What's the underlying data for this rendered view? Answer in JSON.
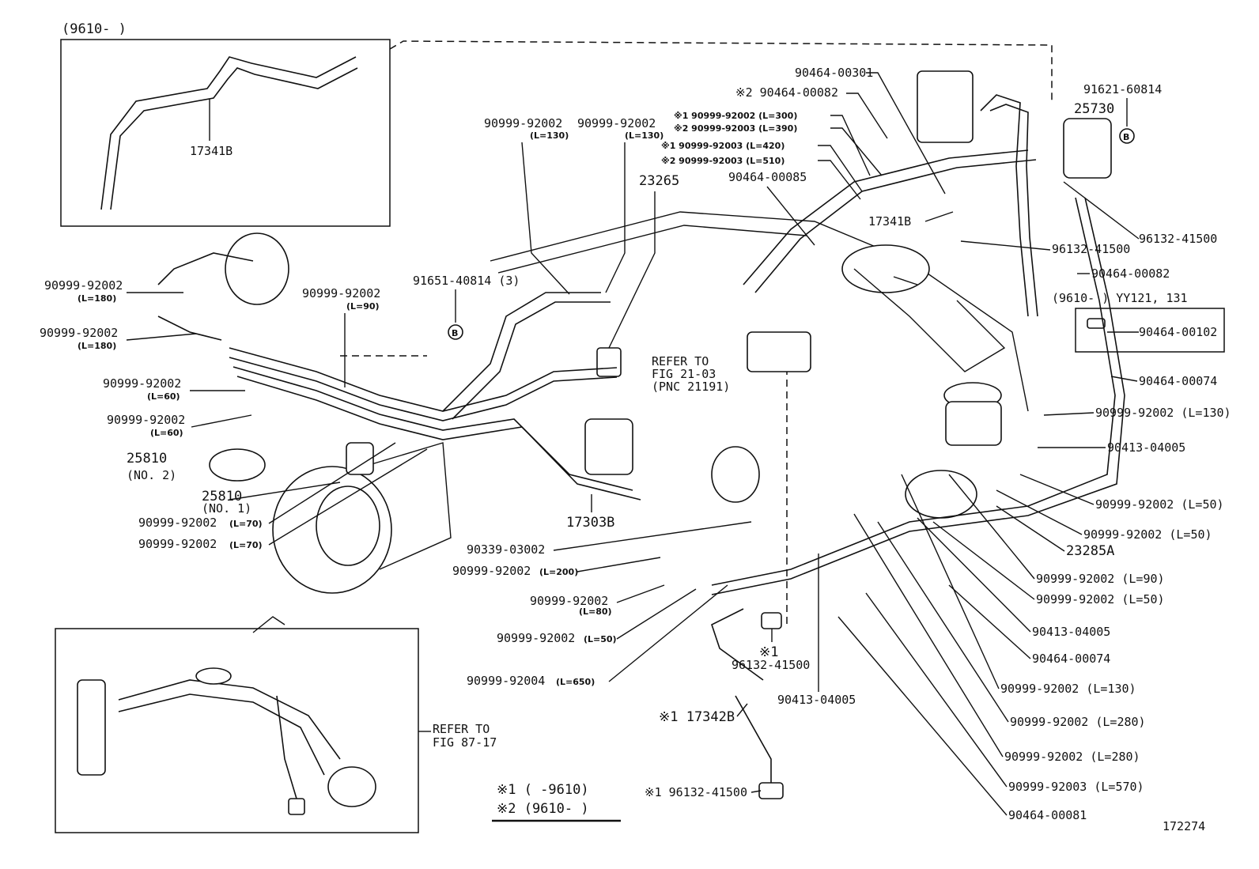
{
  "inset_top": {
    "date": "(9610-     )",
    "part": "17341B"
  },
  "inset_right": {
    "date": "(9610-     ) YY121, 131",
    "part": "90464-00102"
  },
  "inset_bottom": {
    "refer_1": "REFER TO",
    "refer_2": "FIG 87-17"
  },
  "refer_center": {
    "line1": "REFER TO",
    "line2": "FIG 21-03",
    "line3": "(PNC 21191)"
  },
  "legend": {
    "line1": "※1 (      -9610)",
    "line2": "※2 (9610-      )"
  },
  "figure_number": "172274",
  "circle_marker": "B",
  "labels": {
    "l_90999_180a": "90999-92002",
    "l_90999_180a_len": "(L=180)",
    "l_90999_180b": "90999-92002",
    "l_90999_180b_len": "(L=180)",
    "l_90999_60a": "90999-92002",
    "l_90999_60a_len": "(L=60)",
    "l_90999_60b": "90999-92002",
    "l_90999_60b_len": "(L=60)",
    "l_25810_2": "25810",
    "l_25810_2_sub": "(NO. 2)",
    "l_25810_1": "25810",
    "l_25810_1_sub": "(NO. 1)",
    "l_90999_70a": "90999-92002",
    "l_90999_70a_len": "(L=70)",
    "l_90999_70b": "90999-92002",
    "l_90999_70b_len": "(L=70)",
    "l_90999_90": "90999-92002",
    "l_90999_90_len": "(L=90)",
    "l_91651": "91651-40814 (3)",
    "l_90999_130a": "90999-92002",
    "l_90999_130a_len": "(L=130)",
    "l_90999_130b": "90999-92002",
    "l_90999_130b_len": "(L=130)",
    "l_23265": "23265",
    "l_17303b": "17303B",
    "l_90339": "90339-03002",
    "l_90999_200": "90999-92002",
    "l_90999_200_len": "(L=200)",
    "l_90999_80": "90999-92002",
    "l_90999_80_len": "(L=80)",
    "l_90999_50c": "90999-92002",
    "l_90999_50c_len": "(L=50)",
    "l_90999_92004": "90999-92004",
    "l_90999_92004_len": "(L=650)",
    "l_m1_300": "※1 90999-92002 (L=300)",
    "l_m2_390": "※2 90999-92003 (L=390)",
    "l_m1_420": "※1 90999-92003 (L=420)",
    "l_m2_510": "※2 90999-92003 (L=510)",
    "l_90464_00301": "90464-00301",
    "l_m2_90464_00082": "※2 90464-00082",
    "l_90464_00085": "90464-00085",
    "l_91621": "91621-60814",
    "l_25730": "25730",
    "l_17341b": "17341B",
    "l_96132_a": "96132-41500",
    "l_96132_b": "96132-41500",
    "l_90464_00082": "90464-00082",
    "l_90464_00074a": "90464-00074",
    "l_90999_r130a": "90999-92002 (L=130)",
    "l_90413_a": "90413-04005",
    "l_90999_r50a": "90999-92002 (L=50)",
    "l_90999_r50b": "90999-92002 (L=50)",
    "l_23285a": "23285A",
    "l_90999_r90": "90999-92002 (L=90)",
    "l_90999_r50c": "90999-92002 (L=50)",
    "l_90413_b": "90413-04005",
    "l_90464_00074b": "90464-00074",
    "l_90999_r130b": "90999-92002 (L=130)",
    "l_90999_r280a": "90999-92002 (L=280)",
    "l_90999_r280b": "90999-92002 (L=280)",
    "l_90999_r570": "90999-92003 (L=570)",
    "l_90464_00081": "90464-00081",
    "l_m1_96132_c": "※1",
    "l_96132_c": "96132-41500",
    "l_90413_c": "90413-04005",
    "l_m1_17342b": "※1 17342B",
    "l_m1_96132_d": "※1 96132-41500"
  }
}
